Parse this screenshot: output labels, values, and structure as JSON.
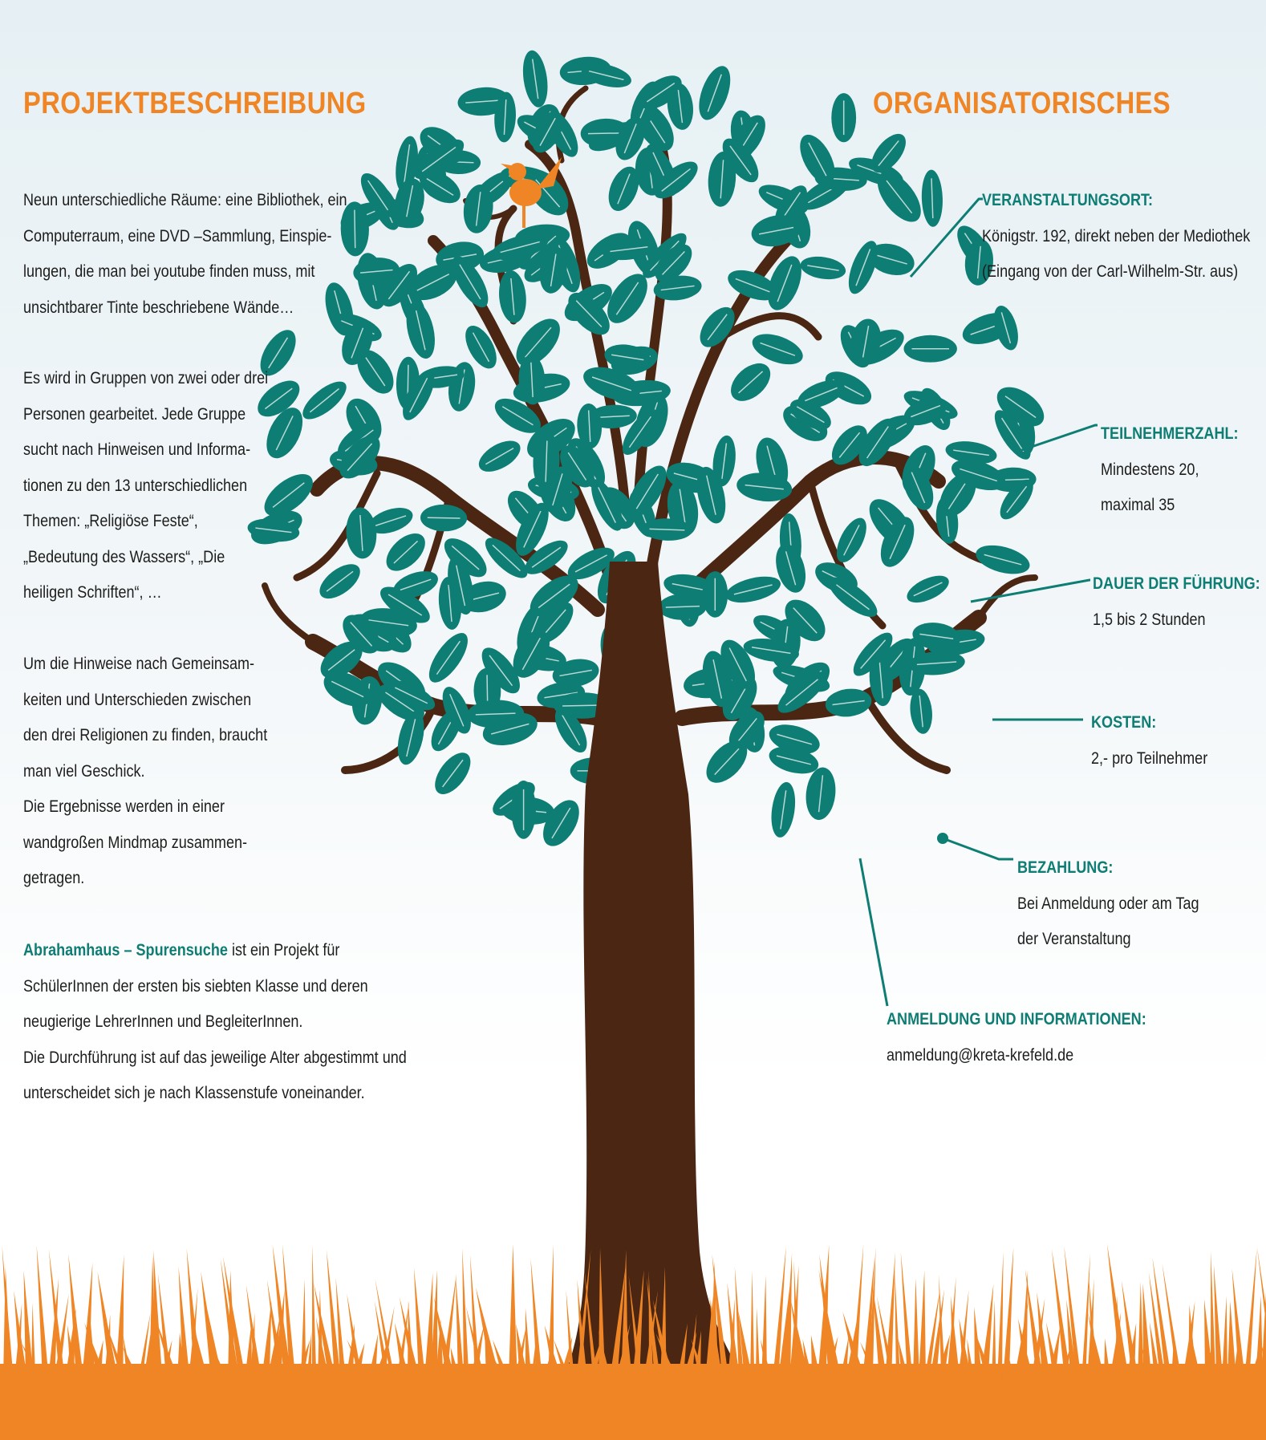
{
  "colors": {
    "accent_orange": "#ef8524",
    "teal": "#0e7d74",
    "trunk_brown": "#4a2613",
    "text": "#1d1d1b"
  },
  "headings": {
    "left": "PROJEKTBESCHREIBUNG",
    "right": "ORGANISATORISCHES"
  },
  "project": {
    "para1": [
      "Neun unterschiedliche Räume: eine Bibliothek, ein",
      "Computerraum, eine DVD –Sammlung, Einspie-",
      "lungen, die man bei youtube finden muss, mit",
      "unsichtbarer Tinte beschriebene Wände…"
    ],
    "para2": [
      "Es wird in Gruppen von zwei oder drei",
      "Personen gearbeitet. Jede Gruppe",
      "sucht nach Hinweisen und Informa-",
      "tionen zu den 13 unterschiedlichen",
      "Themen: „Religiöse Feste“,",
      "„Bedeutung des Wassers“, „Die",
      "heiligen Schriften“, …"
    ],
    "para3": [
      "Um die Hinweise nach Gemeinsam-",
      "keiten und Unterschieden zwischen",
      "den drei Religionen zu finden, braucht",
      "man viel Geschick.",
      "Die Ergebnisse werden in einer",
      "wandgroßen Mindmap zusammen-",
      "getragen."
    ],
    "para4_highlight": "Abrahamhaus  – Spurensuche",
    "para4_first_rest": " ist ein Projekt für",
    "para4": [
      "SchülerInnen der ersten bis siebten Klasse und deren",
      "neugierige LehrerInnen und BegleiterInnen.",
      "Die Durchführung ist auf das jeweilige Alter abgestimmt und",
      "unterscheidet sich je nach Klassenstufe voneinander."
    ]
  },
  "organisation": {
    "ort": {
      "label": "VERANSTALTUNGSORT:",
      "lines": [
        "Königstr. 192, direkt neben der Mediothek",
        "(Eingang von der Carl-Wilhelm-Str. aus)"
      ]
    },
    "teilnehmer": {
      "label": "TEILNEHMERZAHL:",
      "lines": [
        "Mindestens 20,",
        "maximal 35"
      ]
    },
    "dauer": {
      "label": "DAUER DER FÜHRUNG:",
      "lines": [
        "1,5 bis 2 Stunden"
      ]
    },
    "kosten": {
      "label": "KOSTEN:",
      "lines": [
        "2,- pro Teilnehmer"
      ]
    },
    "bezahlung": {
      "label": "BEZAHLUNG:",
      "lines": [
        "Bei Anmeldung oder am Tag",
        "der Veranstaltung"
      ]
    },
    "anmeldung": {
      "label": "ANMELDUNG UND INFORMATIONEN:",
      "lines": [
        "anmeldung@kreta-krefeld.de"
      ]
    }
  }
}
